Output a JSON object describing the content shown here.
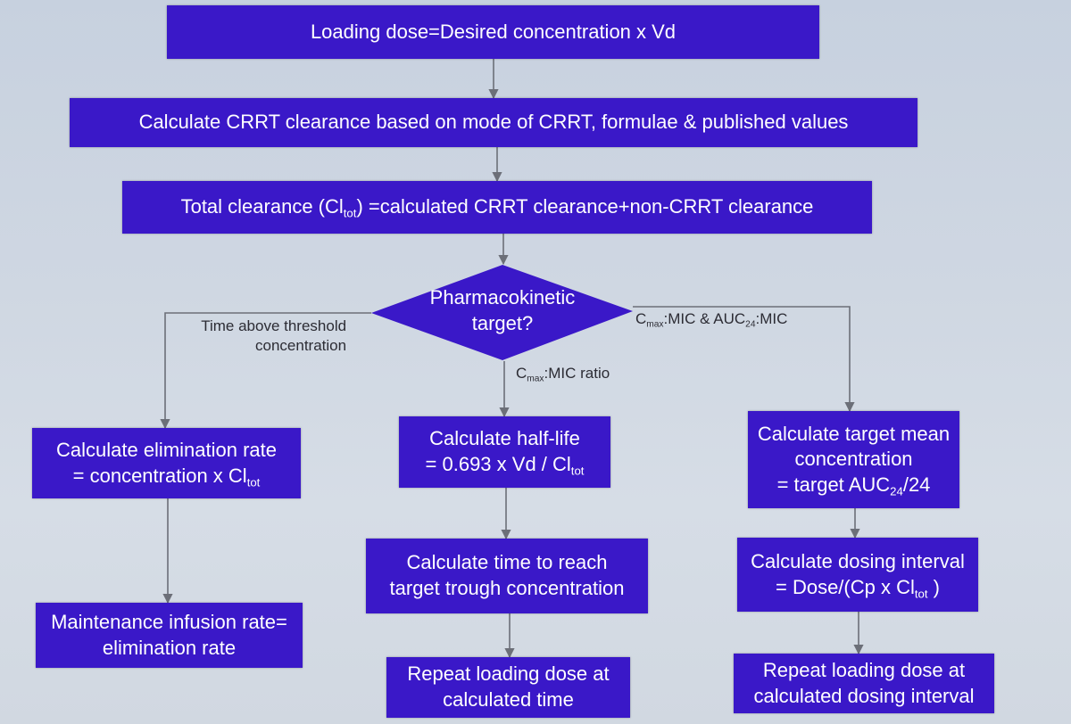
{
  "colors": {
    "box_fill": "#3a18c8",
    "box_text": "#ffffff",
    "connector": "#6c6f78",
    "label_text": "#2c2c34"
  },
  "flow": {
    "loading_dose": {
      "line1": "Loading dose=Desired concentration x Vd"
    },
    "crrt_clearance": {
      "line1": "Calculate CRRT clearance based on mode of CRRT, formulae & published values"
    },
    "total_clearance": {
      "prefix": "Total clearance (Cl",
      "sub": "tot",
      "suffix": ") =calculated CRRT clearance+non-CRRT clearance"
    },
    "decision": {
      "line1": "Pharmacokinetic",
      "line2": "target?"
    },
    "branch_labels": {
      "left_line1": "Time above threshold",
      "left_line2": "concentration",
      "middle_main": "C",
      "middle_sub": "max",
      "middle_rest": ":MIC ratio",
      "right_main": "C",
      "right_sub": "max",
      "right_mid": ":MIC & AUC",
      "right_sub2": "24",
      "right_rest": ":MIC"
    },
    "left": {
      "elimination": {
        "line1": "Calculate elimination rate",
        "line2_prefix": "= concentration x Cl",
        "line2_sub": "tot"
      },
      "maintenance": {
        "line1": "Maintenance infusion rate=",
        "line2": "elimination rate"
      }
    },
    "middle": {
      "half_life": {
        "line1": "Calculate half-life",
        "line2_prefix": "= 0.693 x Vd / Cl",
        "line2_sub": "tot"
      },
      "trough": {
        "line1": "Calculate time to reach",
        "line2": "target trough concentration"
      },
      "repeat": {
        "line1": "Repeat loading dose at",
        "line2": "calculated time"
      }
    },
    "right": {
      "target_mean": {
        "line1": "Calculate target mean",
        "line2": "concentration",
        "line3_prefix": "= target AUC",
        "line3_sub": "24",
        "line3_suffix": "/24"
      },
      "dosing_interval": {
        "line1": "Calculate dosing interval",
        "line2_prefix": "= Dose/(Cp x Cl",
        "line2_sub": "tot",
        "line2_suffix": " )"
      },
      "repeat": {
        "line1": "Repeat loading dose at",
        "line2": "calculated dosing interval"
      }
    }
  }
}
